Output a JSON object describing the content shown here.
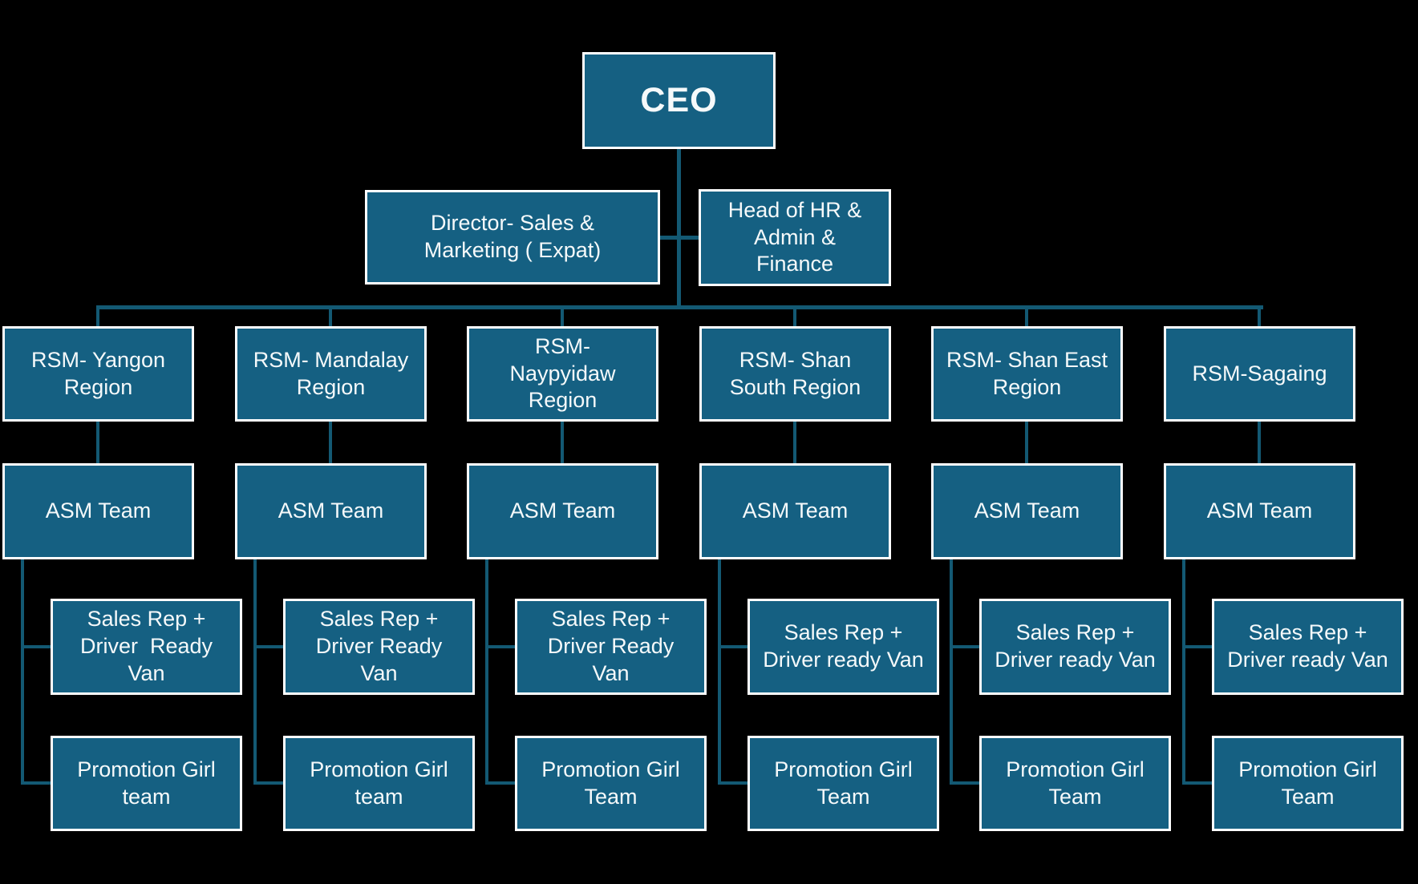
{
  "colors": {
    "box_fill": "#156082",
    "box_border": "#FFFFFF",
    "connector_line": "#135973",
    "text": "#F5F9FA",
    "background": "#000000"
  },
  "org": {
    "ceo": {
      "text": "CEO"
    },
    "director": {
      "text": "Director- Sales &\nMarketing ( Expat)"
    },
    "head_hr": {
      "text": "Head of HR &\nAdmin &\nFinance"
    },
    "regions": [
      {
        "id": "yangon",
        "rsm": "RSM- Yangon\nRegion",
        "asm": "ASM Team",
        "sales_rep": "Sales Rep +\nDriver  Ready\nVan",
        "promotion": "Promotion Girl\nteam"
      },
      {
        "id": "mandalay",
        "rsm": "RSM- Mandalay\nRegion",
        "asm": "ASM Team",
        "sales_rep": "Sales Rep +\nDriver Ready\nVan",
        "promotion": "Promotion Girl\nteam"
      },
      {
        "id": "naypyidaw",
        "rsm": "RSM-\nNaypyidaw\nRegion",
        "asm": "ASM Team",
        "sales_rep": "Sales Rep +\nDriver Ready\nVan",
        "promotion": "Promotion Girl\nTeam"
      },
      {
        "id": "shan-south",
        "rsm": "RSM- Shan\nSouth Region",
        "asm": "ASM Team",
        "sales_rep": "Sales Rep +\nDriver ready Van",
        "promotion": "Promotion Girl\nTeam"
      },
      {
        "id": "shan-east",
        "rsm": "RSM- Shan East\nRegion",
        "asm": "ASM Team",
        "sales_rep": "Sales Rep +\nDriver ready Van",
        "promotion": "Promotion Girl\nTeam"
      },
      {
        "id": "sagaing",
        "rsm": "RSM-Sagaing",
        "asm": "ASM Team",
        "sales_rep": "Sales Rep +\nDriver ready Van",
        "promotion": "Promotion Girl\nTeam"
      }
    ]
  }
}
